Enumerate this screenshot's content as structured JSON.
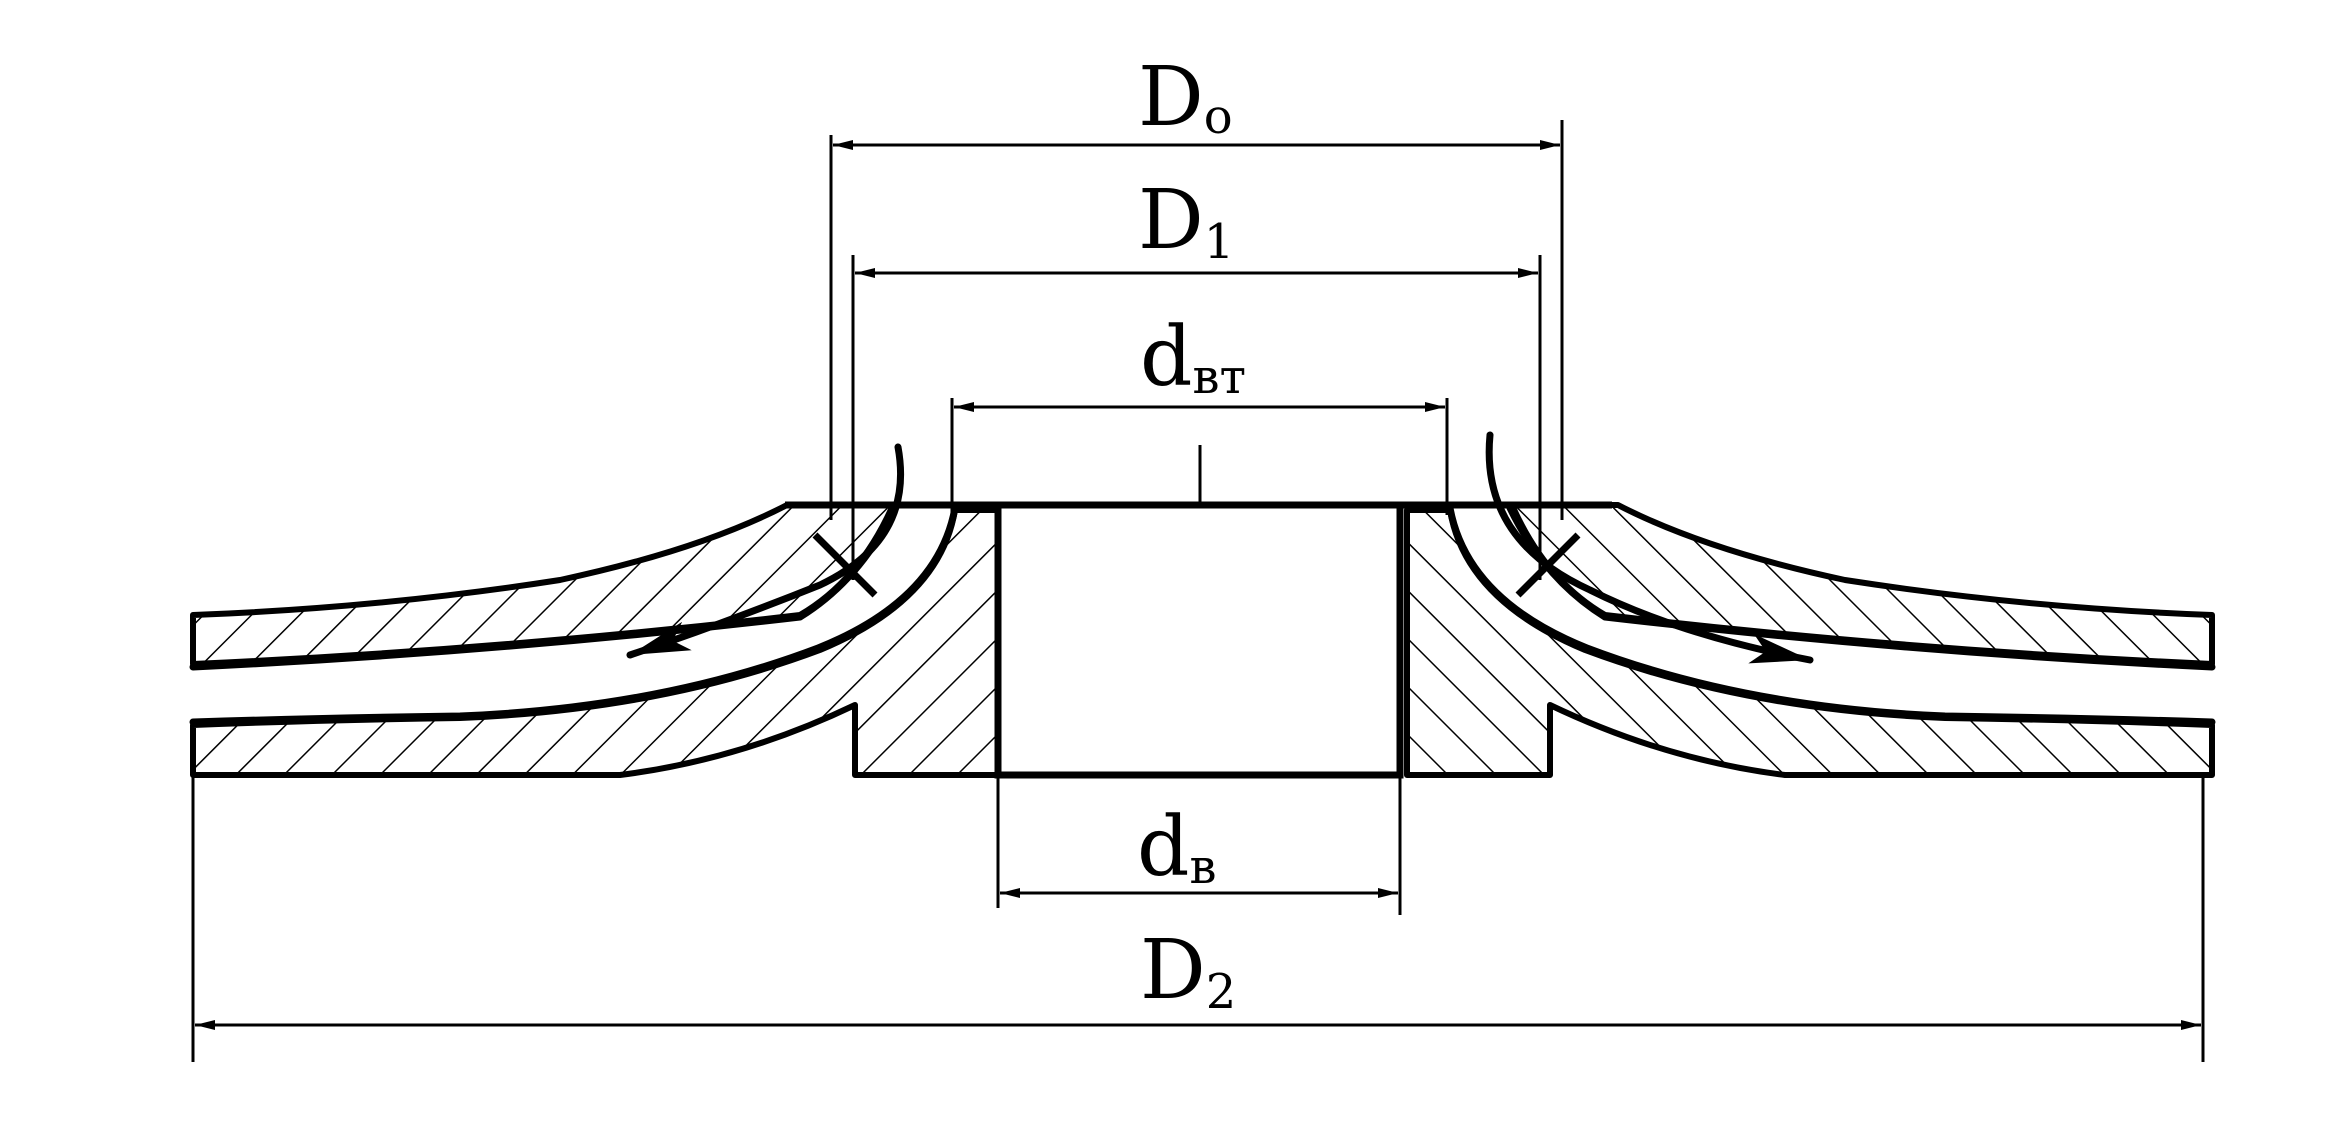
{
  "dimensions": {
    "D0": {
      "base": "D",
      "sub": "o"
    },
    "D1": {
      "base": "D",
      "sub": "1"
    },
    "dvt": {
      "base": "d",
      "sub": "вт"
    },
    "dv": {
      "base": "d",
      "sub": "в"
    },
    "D2": {
      "base": "D",
      "sub": "2"
    }
  }
}
